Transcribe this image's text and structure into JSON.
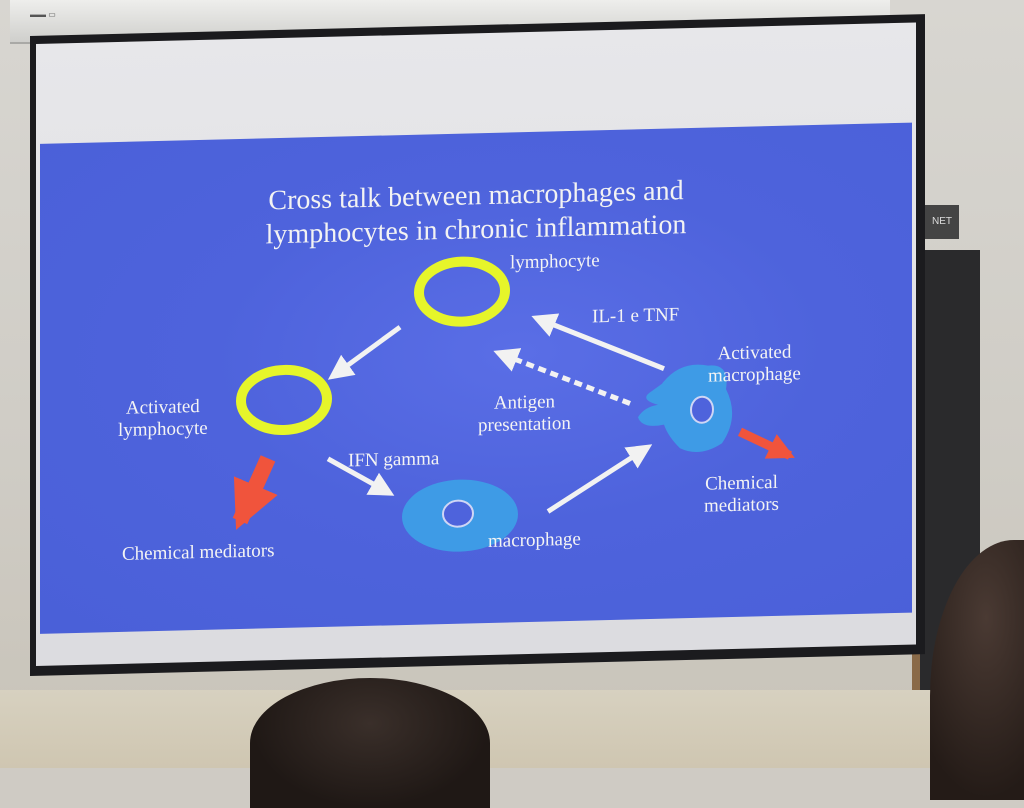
{
  "slide": {
    "title_line1": "Cross talk between macrophages and",
    "title_line2": "lymphocytes in chronic inflammation",
    "labels": {
      "lymphocyte": "lymphocyte",
      "il1_tnf": "IL-1 e TNF",
      "activated_macrophage_1": "Activated",
      "activated_macrophage_2": "macrophage",
      "antigen_1": "Antigen",
      "antigen_2": "presentation",
      "activated_lymphocyte_1": "Activated",
      "activated_lymphocyte_2": "lymphocyte",
      "ifn_gamma": "IFN gamma",
      "macrophage": "macrophage",
      "chemical_mediators_left": "Chemical mediators",
      "chemical_right_1": "Chemical",
      "chemical_right_2": "mediators"
    },
    "colors": {
      "slide_bg": "#4e63dc",
      "ring_yellow": "#e6f52a",
      "cell_blue": "#3e9be6",
      "arrow_white": "#f2f2f2",
      "arrow_red": "#f0543c"
    }
  },
  "room": {
    "wall_box_label": "NET"
  }
}
